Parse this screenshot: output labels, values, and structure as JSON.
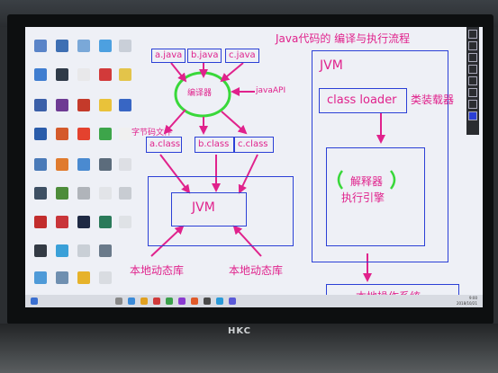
{
  "diagram": {
    "title": "Java代码的 编译与执行流程",
    "source_files": [
      "a.java",
      "b.java",
      "c.java"
    ],
    "compiler": "编译器",
    "java_api": "javaAPI",
    "bytecode_label": "字节码文件",
    "class_files": [
      "a.class",
      "b.class",
      "c.class"
    ],
    "jvm_left": "JVM",
    "native_lib_left": "本地动态库",
    "native_lib_right": "本地动态库",
    "jvm_right": "JVM",
    "class_loader": "class loader",
    "class_loader_cn": "类装载器",
    "interpreter": "解释器",
    "execution_engine": "执行引擎",
    "os": "本地操作系统"
  },
  "monitor": {
    "brand": "HKC"
  },
  "taskbar": {
    "time": "9:00",
    "date": "2018/10/21"
  },
  "colors": {
    "blue": "#2b40d6",
    "magenta": "#e0228c",
    "green": "#39d83a"
  }
}
